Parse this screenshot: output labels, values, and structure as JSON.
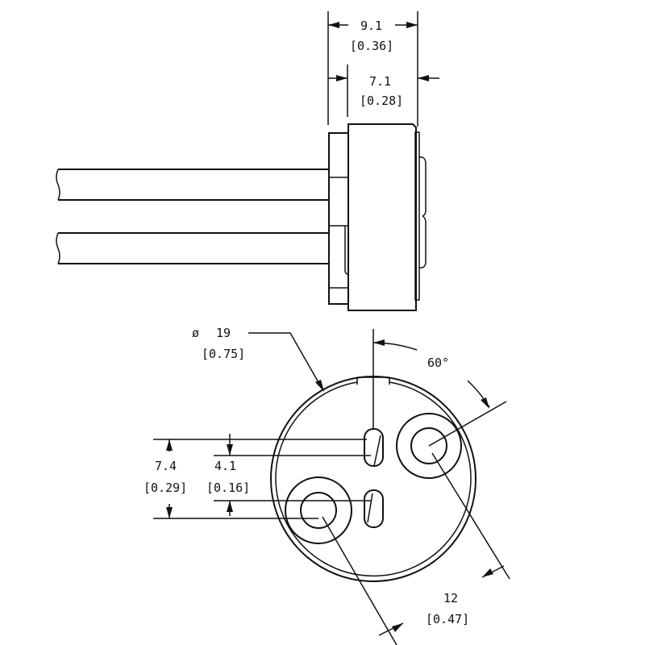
{
  "side_view": {
    "overall_width": {
      "mm": "9.1",
      "in": "[0.36]"
    },
    "body_width": {
      "mm": "7.1",
      "in": "[0.28]"
    }
  },
  "end_view": {
    "diameter": {
      "symbol": "ø",
      "mm": "19",
      "in": "[0.75]"
    },
    "angle": "60°",
    "pin_offset": {
      "mm": "7.4",
      "in": "[0.29]"
    },
    "slot_offset": {
      "mm": "4.1",
      "in": "[0.16]"
    },
    "pin_spacing": {
      "mm": "12",
      "in": "[0.47]"
    }
  },
  "colors": {
    "line": "#111111",
    "background": "#ffffff"
  }
}
